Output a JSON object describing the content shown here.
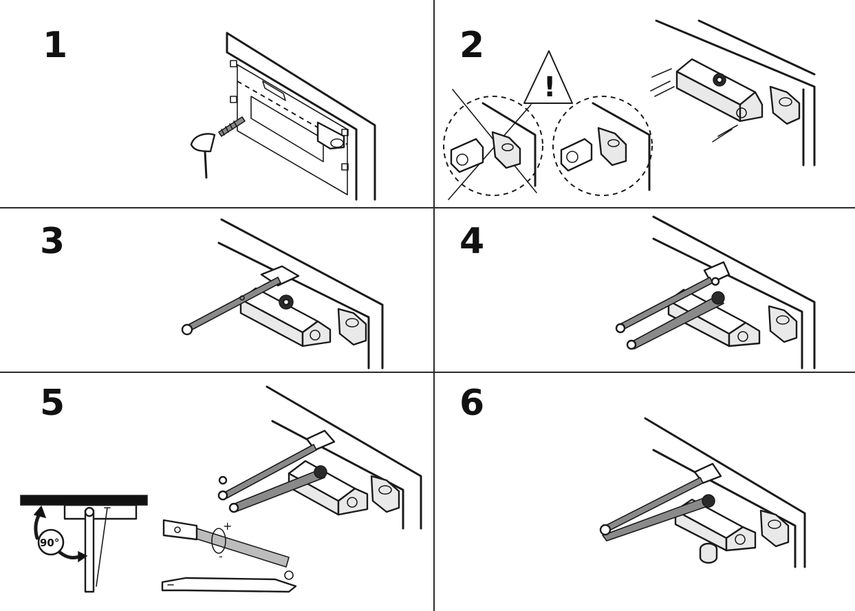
{
  "steps": [
    {
      "number": "1"
    },
    {
      "number": "2"
    },
    {
      "number": "3"
    },
    {
      "number": "4"
    },
    {
      "number": "5"
    },
    {
      "number": "6"
    }
  ],
  "angle_label": "90°",
  "adjust_plus": "+",
  "adjust_minus": "-",
  "warning_mark": "!",
  "icons": [
    "hammer-icon",
    "screw-icon",
    "warning-triangle-icon",
    "door-closer-icon",
    "arm-assembly-icon",
    "adjustment-arrow-icon"
  ],
  "colors": {
    "ink": "#1a1a1a",
    "paper": "#ffffff",
    "shade": "#e9e9e9"
  }
}
